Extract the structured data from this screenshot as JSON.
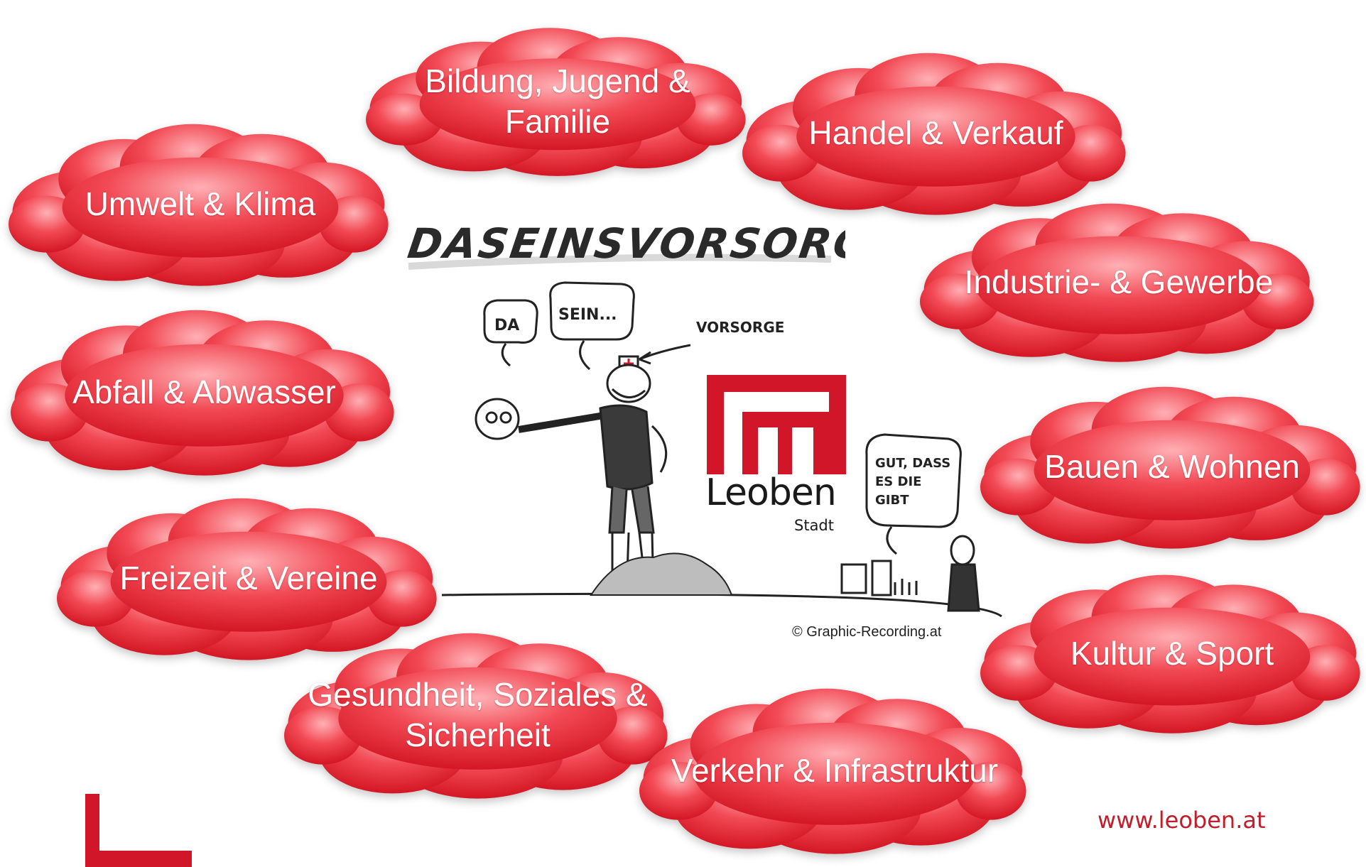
{
  "colors": {
    "cloud_light": "#ff9aa0",
    "cloud_mid": "#f0444f",
    "cloud_dark": "#d0121f",
    "brand_red": "#d1162a"
  },
  "clouds": [
    {
      "id": "bildung",
      "label": "Bildung, Jugend &\nFamilie"
    },
    {
      "id": "handel",
      "label": "Handel & Verkauf"
    },
    {
      "id": "umwelt",
      "label": "Umwelt & Klima"
    },
    {
      "id": "industrie",
      "label": "Industrie- & Gewerbe"
    },
    {
      "id": "abfall",
      "label": "Abfall & Abwasser"
    },
    {
      "id": "bauen",
      "label": "Bauen & Wohnen"
    },
    {
      "id": "freizeit",
      "label": "Freizeit & Vereine"
    },
    {
      "id": "kultur",
      "label": "Kultur & Sport"
    },
    {
      "id": "gesundheit",
      "label": "Gesundheit, Soziales &\nSicherheit"
    },
    {
      "id": "verkehr",
      "label": "Verkehr & Infrastruktur"
    }
  ],
  "center": {
    "title": "DASEINSVORSORGE",
    "bubble_da": "DA",
    "bubble_sein": "SEIN...",
    "arrow_label": "VORSORGE",
    "bubble_right": "GUT, DASS\nES DIE\nGIBT",
    "logo_name": "Leoben",
    "logo_sub": "Stadt"
  },
  "copyright": "© Graphic-Recording.at",
  "website": "www.leoben.at"
}
